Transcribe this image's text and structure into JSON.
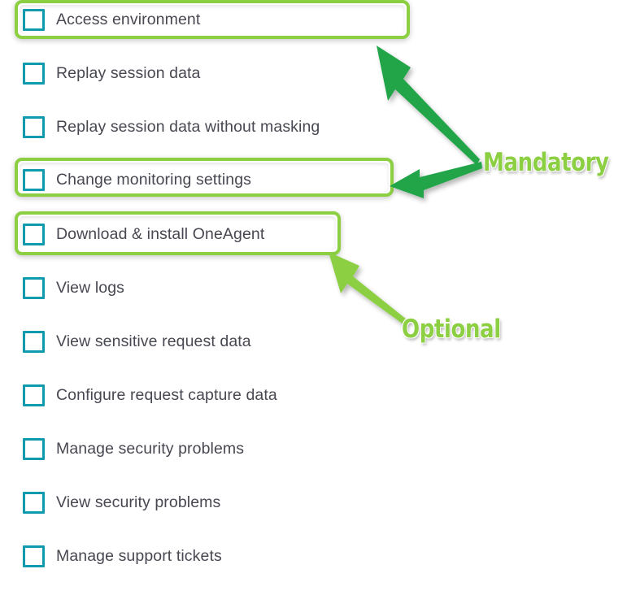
{
  "colors": {
    "checkbox_border": "#0f9aad",
    "label_text": "#474851",
    "highlight_border": "#8ccf42",
    "mandatory_arrow": "#22a548",
    "optional_arrow": "#8ccf42",
    "annotation_text": "#8ccf42",
    "background": "#ffffff"
  },
  "permissions": [
    {
      "label": "Access environment",
      "checked": false,
      "highlighted": true,
      "category": "Mandatory"
    },
    {
      "label": "Replay session data",
      "checked": false,
      "highlighted": false,
      "category": ""
    },
    {
      "label": "Replay session data without masking",
      "checked": false,
      "highlighted": false,
      "category": ""
    },
    {
      "label": "Change monitoring settings",
      "checked": false,
      "highlighted": true,
      "category": "Mandatory"
    },
    {
      "label": "Download & install OneAgent",
      "checked": false,
      "highlighted": true,
      "category": "Optional"
    },
    {
      "label": "View logs",
      "checked": false,
      "highlighted": false,
      "category": ""
    },
    {
      "label": "View sensitive request data",
      "checked": false,
      "highlighted": false,
      "category": ""
    },
    {
      "label": "Configure request capture data",
      "checked": false,
      "highlighted": false,
      "category": ""
    },
    {
      "label": "Manage security problems",
      "checked": false,
      "highlighted": false,
      "category": ""
    },
    {
      "label": "View security problems",
      "checked": false,
      "highlighted": false,
      "category": ""
    },
    {
      "label": "Manage support tickets",
      "checked": false,
      "highlighted": false,
      "category": ""
    }
  ],
  "annotations": [
    {
      "text": "Mandatory",
      "color": "#22a548",
      "targets": [
        "Access environment",
        "Change monitoring settings"
      ]
    },
    {
      "text": "Optional",
      "color": "#8ccf42",
      "targets": [
        "Download & install OneAgent"
      ]
    }
  ]
}
